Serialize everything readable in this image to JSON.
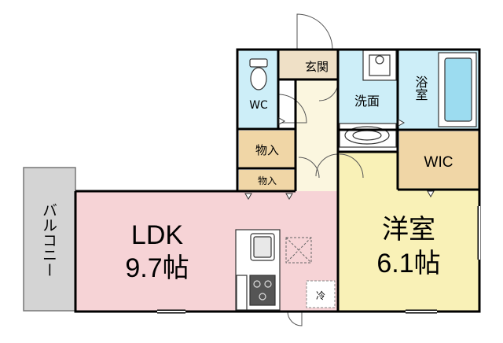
{
  "rooms": {
    "balcony": {
      "label": "バルコニー",
      "color": "#d4d4d4"
    },
    "ldk": {
      "label": "LDK",
      "size": "9.7帖",
      "color": "#f6d3d6"
    },
    "western": {
      "label": "洋室",
      "size": "6.1帖",
      "color": "#f9f1b7"
    },
    "wc": {
      "label": "WC",
      "color": "#cdeef8"
    },
    "entrance": {
      "label": "玄関",
      "color": "#efe0c6"
    },
    "washroom": {
      "label": "洗面",
      "color": "#cdeef8"
    },
    "bathroom": {
      "label": "浴室",
      "color": "#cdeef8"
    },
    "wic": {
      "label": "WIC",
      "color": "#f0d6a6"
    },
    "storage_1": {
      "label": "物入",
      "color": "#f0d6a6"
    },
    "storage_2": {
      "label": "物入",
      "color": "#f0d6a6"
    },
    "hall": {
      "color": "#fbf6df"
    }
  },
  "fixtures": {
    "fridge": {
      "label": "冷"
    }
  },
  "colors": {
    "wall": "#000000",
    "bathtub": "#9cdcf0",
    "door": "#555555"
  }
}
